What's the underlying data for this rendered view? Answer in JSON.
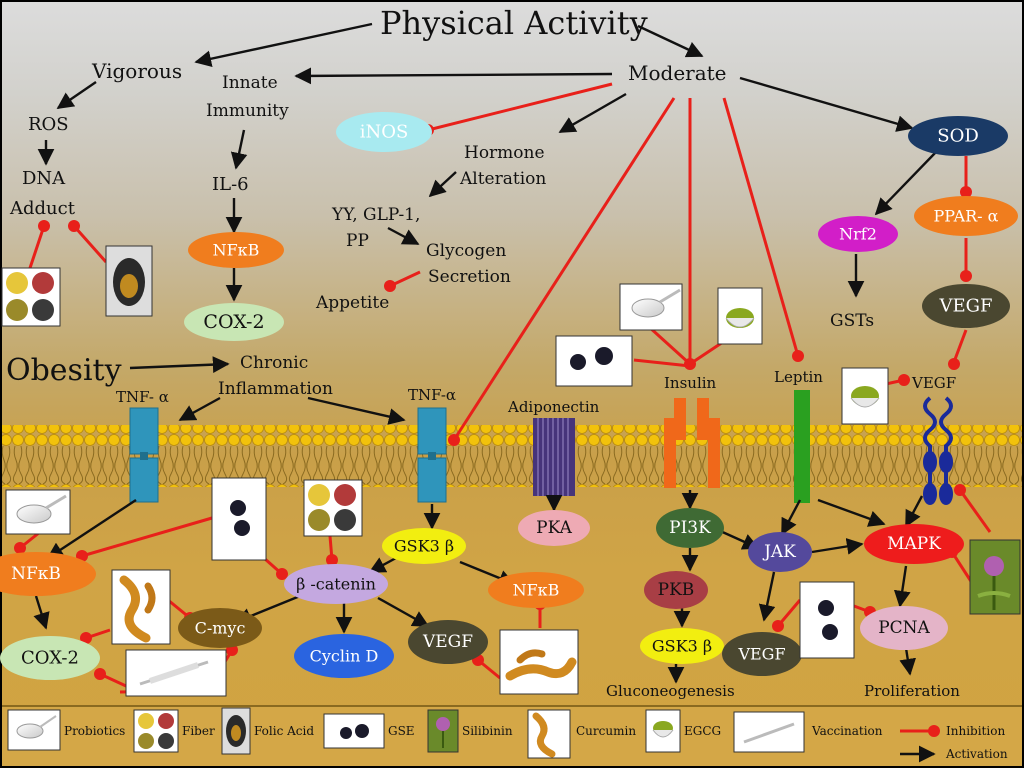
{
  "title": "Physical Activity",
  "nodes": {
    "vigorous": "Vigorous",
    "moderate": "Moderate",
    "innate_immunity": [
      "Innate",
      "Immunity"
    ],
    "ros": "ROS",
    "dna_adduct": [
      "DNA",
      "Adduct"
    ],
    "il6": "IL-6",
    "nfkb_top": "NFκB",
    "cox2_top": "COX-2",
    "inos": "iNOS",
    "hormone_alteration": [
      "Hormone",
      "Alteration"
    ],
    "yy_glp": "YY, GLP-1,",
    "pp": "PP",
    "glycogen_secretion": [
      "Glycogen",
      "Secretion"
    ],
    "appetite": "Appetite",
    "sod": "SOD",
    "nrf2": "Nrf2",
    "ppar": "PPAR- α",
    "gsts": "GSTs",
    "vegf_top": "VEGF",
    "obesity": "Obesity",
    "chronic_inflammation": [
      "Chronic",
      "Inflammation"
    ],
    "tnf_left": "TNF- α",
    "tnf_mid": "TNF-α",
    "adiponectin": "Adiponectin",
    "insulin": "Insulin",
    "leptin": "Leptin",
    "vegf_receptor": "VEGF",
    "nfkb_left": "NFκB",
    "cox2_left": "COX-2",
    "cmyc": "C-myc",
    "beta_catenin": "β -catenin",
    "cyclin_d": "Cyclin D",
    "gsk3b_mid": "GSK3 β",
    "vegf_mid": "VEGF",
    "pka": "PKA",
    "nfkb_mid": "NFκB",
    "pi3k": "PI3K",
    "pkb": "PKB",
    "gsk3b_right": "GSK3 β",
    "gluconeogenesis": "Gluconeogenesis",
    "jak": "JAK",
    "mapk": "MAPK",
    "vegf_right": "VEGF",
    "pcna": "PCNA",
    "proliferation": "Proliferation"
  },
  "legend": {
    "probiotics": "Probiotics",
    "fiber": "Fiber",
    "folic_acid": "Folic Acid",
    "gse": "GSE",
    "silibinin": "Silibinin",
    "curcumin": "Curcumin",
    "egcg": "EGCG",
    "vaccination": "Vaccination",
    "inhibition": "Inhibition",
    "activation": "Activation"
  },
  "colors": {
    "inhibition": "#e8201a",
    "activation": "#111111",
    "nfkb": "#f07d1e",
    "cox2": "#c8e6b4",
    "inos": "#a8eaf0",
    "sod": "#1a3a66",
    "nrf2": "#d21ec8",
    "ppar": "#f07d1e",
    "vegf_dark": "#4a4730",
    "beta_catenin": "#c4a8e0",
    "cyclin_d": "#2a64e0",
    "gsk3b": "#f2ee10",
    "pka": "#eeaab4",
    "pi3k": "#3f6a34",
    "pkb": "#a83e45",
    "jak": "#54499c",
    "mapk": "#ee1c1c",
    "pcna": "#e4b4c8",
    "membrane": "#f2c20c",
    "tnf_receptor": "#2f95bb",
    "adiponectin_receptor": "#46347a",
    "insulin_receptor": "#f0681a",
    "leptin_receptor": "#2aa020",
    "vegf_receptor": "#1a2a9a"
  }
}
